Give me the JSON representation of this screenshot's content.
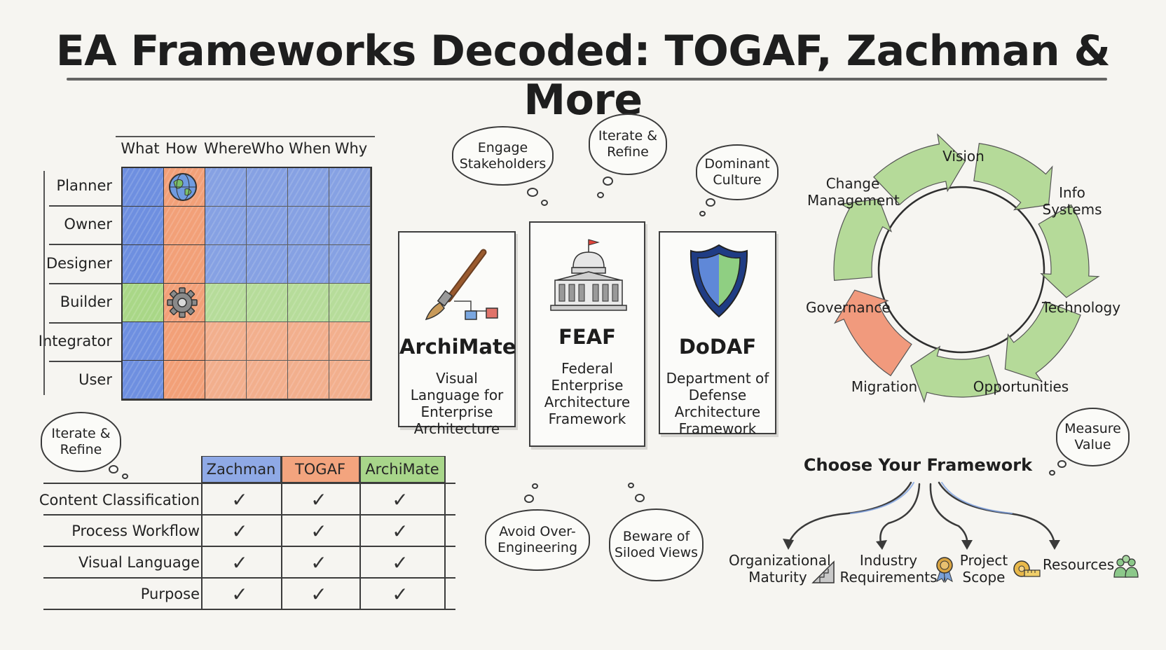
{
  "title": "EA Frameworks Decoded: TOGAF, Zachman & More",
  "zachman": {
    "columns": [
      "What",
      "How",
      "Where",
      "Who",
      "When",
      "Why"
    ],
    "rows": [
      "Planner",
      "Owner",
      "Designer",
      "Builder",
      "Integrator",
      "User"
    ],
    "colors": {
      "blue": "#6e8fe0",
      "orange": "#f2a078",
      "green": "#a9d787"
    }
  },
  "thoughts": {
    "engage": "Engage Stakeholders",
    "iterate_top": "Iterate & Refine",
    "culture": "Dominant Culture",
    "iterate_left": "Iterate & Refine",
    "avoid": "Avoid Over-Engineering",
    "beware": "Beware of Siloed Views",
    "measure": "Measure Value"
  },
  "cards": [
    {
      "name": "ArchiMate",
      "desc": "Visual Language for Enterprise Architecture",
      "icon": "paintbrush-icon"
    },
    {
      "name": "FEAF",
      "desc": "Federal Enterprise Architecture Framework",
      "icon": "capitol-building-icon"
    },
    {
      "name": "DoDAF",
      "desc": "Department of Defense Architecture Framework",
      "icon": "shield-icon"
    }
  ],
  "comparison": {
    "headers": [
      "Zachman",
      "TOGAF",
      "ArchiMate"
    ],
    "header_colors": [
      "#8fa9e6",
      "#f3a47e",
      "#a8d68a"
    ],
    "rows": [
      "Content Classification",
      "Process Workflow",
      "Visual Language",
      "Purpose"
    ],
    "check": "✓"
  },
  "cycle": {
    "phases": [
      "Vision",
      "Info Systems",
      "Technology",
      "Opportunities",
      "Migration",
      "Governance",
      "Change Management"
    ],
    "arrow_color": "#a9d58a",
    "highlight_color": "#f08a68"
  },
  "choose": {
    "title": "Choose Your Framework",
    "factors": [
      "Organizational Maturity",
      "Industry Requirements",
      "Project Scope",
      "Resources"
    ]
  }
}
